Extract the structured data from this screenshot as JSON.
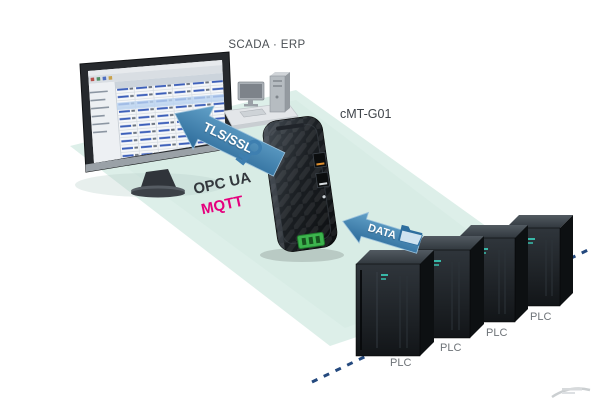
{
  "labels": {
    "scada_erp": "SCADA · ERP",
    "device_model": "cMT-G01",
    "tls_ssl": "TLS/SSL",
    "opc_ua": "OPC UA",
    "mqtt": "MQTT",
    "data": "DATA"
  },
  "plcs": [
    {
      "label": "PLC"
    },
    {
      "label": "PLC"
    },
    {
      "label": "PLC"
    },
    {
      "label": "PLC"
    }
  ],
  "colors": {
    "arrow_blue": "#3d7fae",
    "mqtt_magenta": "#e5007d",
    "band_teal": "#ddefe9",
    "dotted_line_blue": "#24497e",
    "device_green_connector": "#3db44e",
    "key_blue": "#3e7fb0"
  },
  "icons": [
    "key-icon",
    "folder-icon",
    "workstation-icon",
    "watermark-logo",
    "monitor-screen"
  ]
}
